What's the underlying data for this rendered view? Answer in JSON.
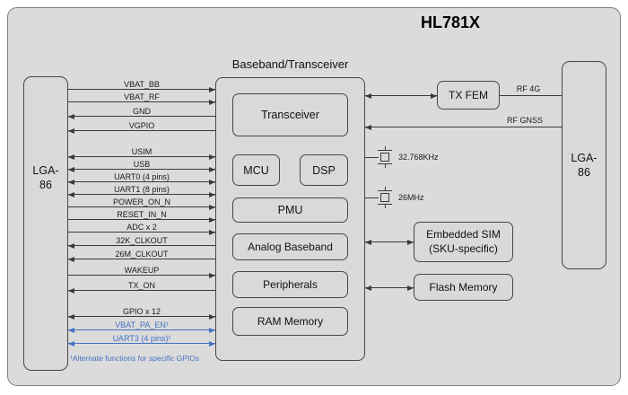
{
  "title": "HL781X",
  "connectors": {
    "left": "LGA-86",
    "right": "LGA-86"
  },
  "baseband": {
    "title": "Baseband/Transceiver",
    "transceiver": "Transceiver",
    "mcu": "MCU",
    "dsp": "DSP",
    "pmu": "PMU",
    "analog_baseband": "Analog Baseband",
    "peripherals": "Peripherals",
    "ram_memory": "RAM Memory"
  },
  "rf": {
    "tx_fem": "TX FEM",
    "rf_4g_label": "RF 4G",
    "rf_gnss_label": "RF GNSS"
  },
  "clocks": {
    "xtal_32k_label": "32.768KHz",
    "xtal_26m_label": "26MHz"
  },
  "peripherals_right": {
    "embedded_sim_line1": "Embedded SIM",
    "embedded_sim_line2": "(SKU-specific)",
    "flash_memory": "Flash Memory"
  },
  "signals": [
    {
      "label": "VBAT_BB",
      "direction": "right",
      "color": "black"
    },
    {
      "label": "VBAT_RF",
      "direction": "right",
      "color": "black"
    },
    {
      "label": "GND",
      "direction": "left",
      "color": "black"
    },
    {
      "label": "VGPIO",
      "direction": "left",
      "color": "black"
    },
    {
      "label": "USIM",
      "direction": "both",
      "color": "black"
    },
    {
      "label": "USB",
      "direction": "both",
      "color": "black"
    },
    {
      "label": "UART0 (4 pins)",
      "direction": "both",
      "color": "black"
    },
    {
      "label": "UART1 (8 pins)",
      "direction": "both",
      "color": "black"
    },
    {
      "label": "POWER_ON_N",
      "direction": "right",
      "color": "black"
    },
    {
      "label": "RESET_IN_N",
      "direction": "right",
      "color": "black"
    },
    {
      "label": "ADC x 2",
      "direction": "right",
      "color": "black"
    },
    {
      "label": "32K_CLKOUT",
      "direction": "left",
      "color": "black"
    },
    {
      "label": "26M_CLKOUT",
      "direction": "left",
      "color": "black"
    },
    {
      "label": "WAKEUP",
      "direction": "right",
      "color": "black"
    },
    {
      "label": "TX_ON",
      "direction": "left",
      "color": "black"
    },
    {
      "label": "GPIO x 12",
      "direction": "both",
      "color": "black"
    },
    {
      "label": "VBAT_PA_EN¹",
      "direction": "both",
      "color": "blue"
    },
    {
      "label": "UART3 (4 pins)¹",
      "direction": "both",
      "color": "blue"
    }
  ],
  "footnote": "¹Alternate functions for specific GPIOs",
  "colors": {
    "accent_blue": "#4472C4",
    "line": "#3a3a3a",
    "background": "#dbdbdb"
  }
}
